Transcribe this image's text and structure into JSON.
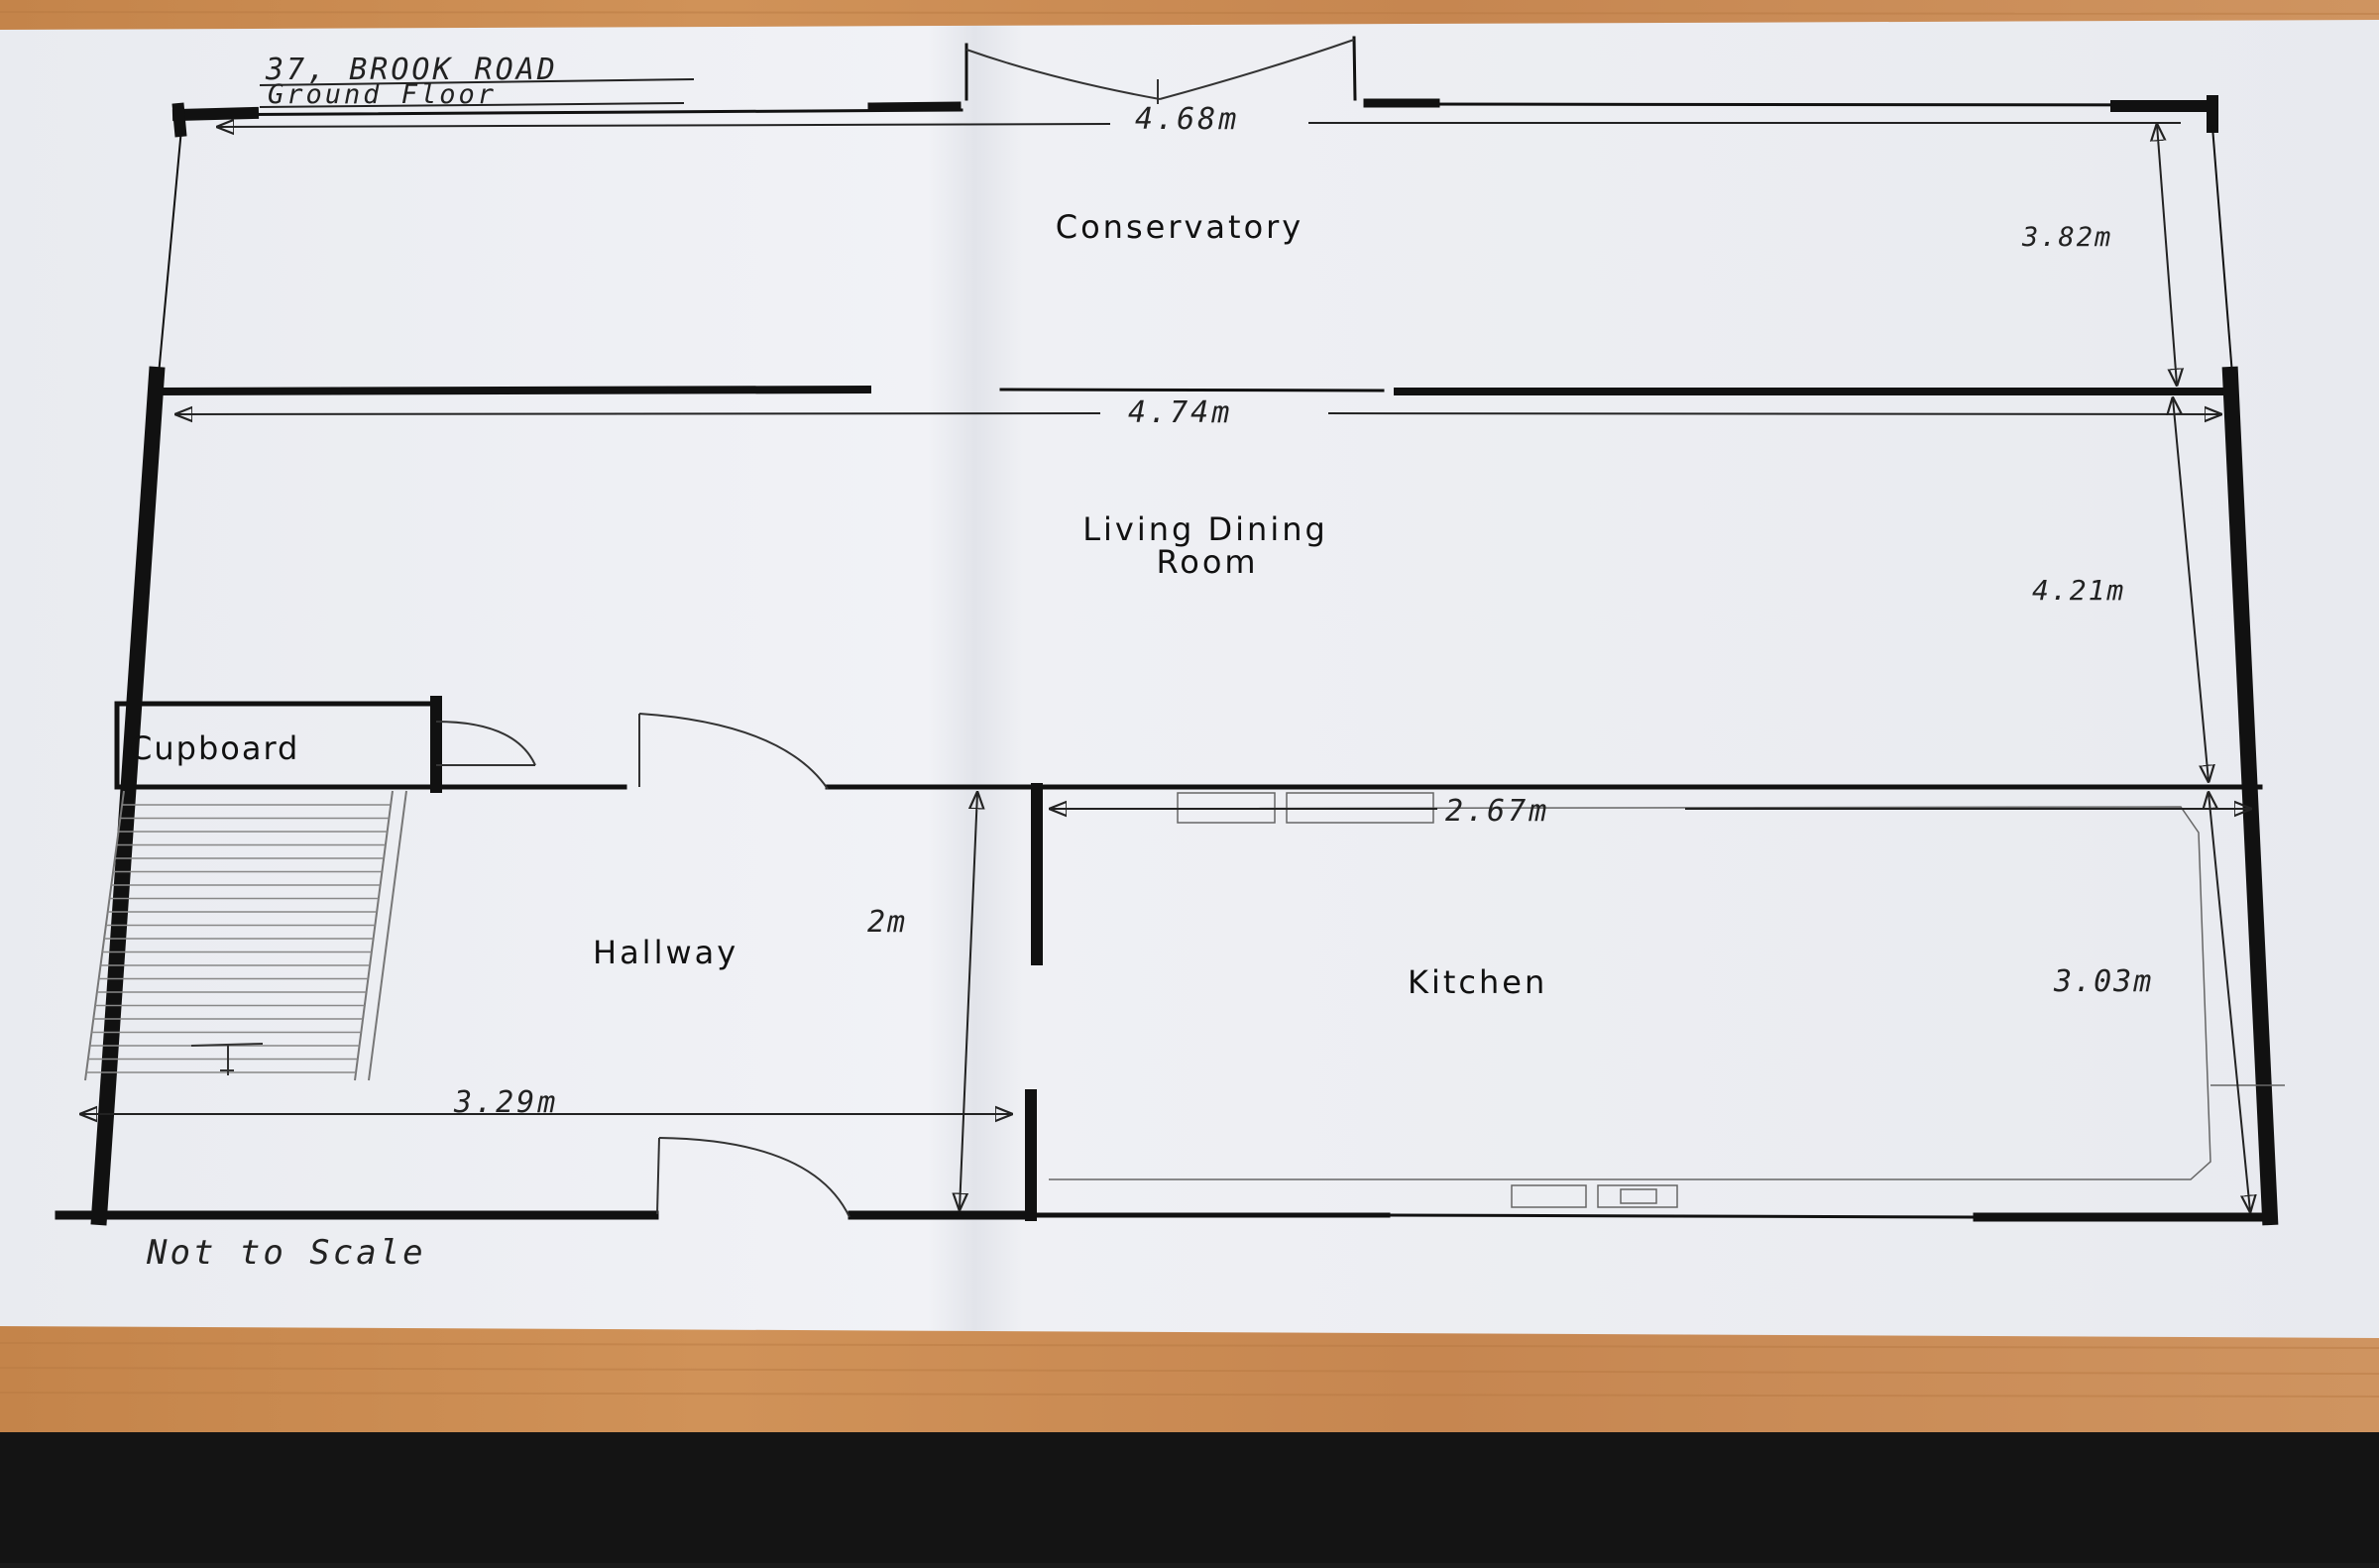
{
  "document": {
    "address": "37, BROOK ROAD",
    "floor": "Ground Floor",
    "scale_note": "Not to Scale"
  },
  "rooms": {
    "conservatory": "Conservatory",
    "living_line1": "Living Dining",
    "living_line2": "Room",
    "cupboard": "Cupboard",
    "hallway": "Hallway",
    "kitchen": "Kitchen"
  },
  "dimensions": {
    "conservatory_width": "4.68m",
    "conservatory_depth": "3.82m",
    "living_width": "4.74m",
    "living_depth": "4.21m",
    "kitchen_width": "2.67m",
    "kitchen_depth": "3.03m",
    "hallway_width": "3.29m",
    "hallway_depth": "2m"
  },
  "colors": {
    "desk_wood": "#c98a4e",
    "paper": "#eceef2",
    "ink": "#111111",
    "floor_shadow": "#141414"
  }
}
